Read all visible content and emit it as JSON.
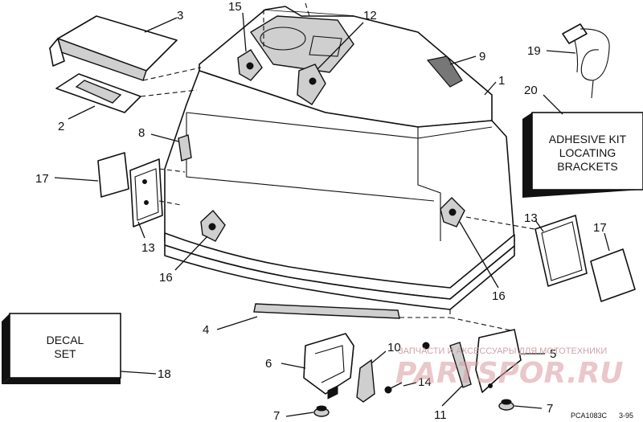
{
  "callouts": {
    "c1": "1",
    "c2": "2",
    "c3": "3",
    "c4": "4",
    "c5": "5",
    "c6": "6",
    "c7a": "7",
    "c7b": "7",
    "c8": "8",
    "c9": "9",
    "c10": "10",
    "c11": "11",
    "c12": "12",
    "c13a": "13",
    "c13b": "13",
    "c14": "14",
    "c15": "15",
    "c16a": "16",
    "c16b": "16",
    "c17a": "17",
    "c17b": "17",
    "c18": "18",
    "c19": "19",
    "c20": "20"
  },
  "boxes": {
    "adhesive": [
      "ADHESIVE KIT",
      "LOCATING",
      "BRACKETS"
    ],
    "decal": [
      "DECAL",
      "SET"
    ]
  },
  "footer": {
    "code": "PCA1083C",
    "date": "3-95"
  },
  "watermark": {
    "caption": "ЗАПЧАСТИ И АКСЕССУАРЫ ДЛЯ МОТОТЕХНИКИ",
    "logo": "PARTSPOR.RU"
  }
}
